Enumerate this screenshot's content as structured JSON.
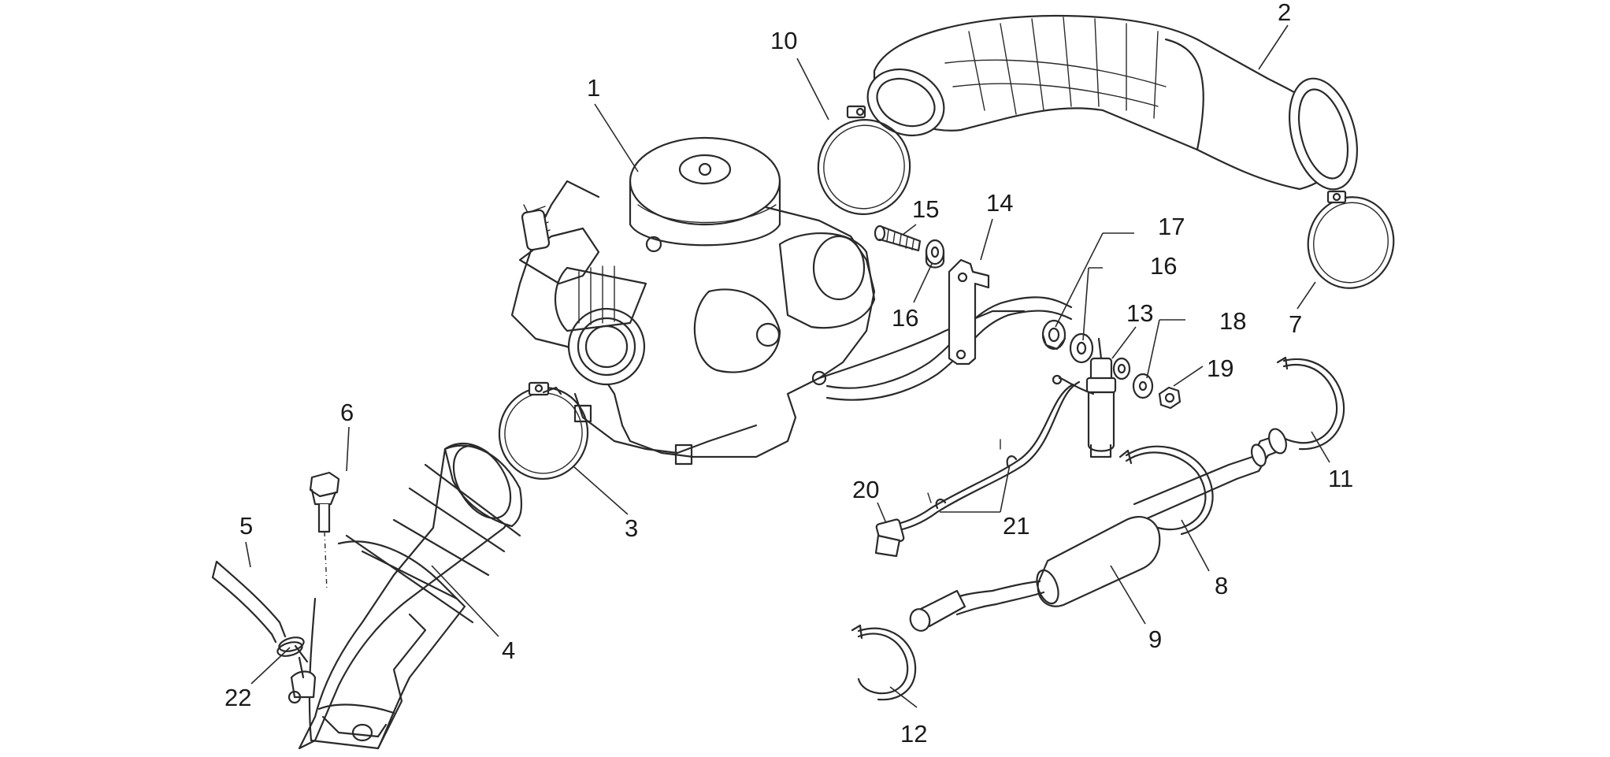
{
  "callouts": [
    "1",
    "2",
    "3",
    "4",
    "5",
    "6",
    "7",
    "8",
    "9",
    "10",
    "11",
    "12",
    "13",
    "14",
    "15",
    "16",
    "16",
    "17",
    "18",
    "19",
    "20",
    "21",
    "22"
  ]
}
